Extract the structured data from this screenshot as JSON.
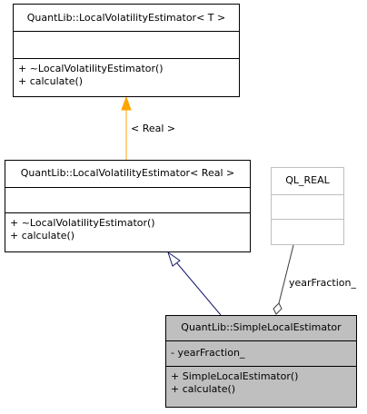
{
  "template_class": {
    "title": "QuantLib::LocalVolatilityEstimator< T >",
    "attributes": [],
    "methods": [
      "+ ~LocalVolatilityEstimator()",
      "+ calculate()"
    ]
  },
  "real_class": {
    "title": "QuantLib::LocalVolatilityEstimator< Real >",
    "attributes": [],
    "methods": [
      "+ ~LocalVolatilityEstimator()",
      "+ calculate()"
    ]
  },
  "ql_real": {
    "title": "QL_REAL"
  },
  "simple_estimator": {
    "title": "QuantLib::SimpleLocalEstimator",
    "attributes": [
      "- yearFraction_"
    ],
    "methods": [
      "+ SimpleLocalEstimator()",
      "+ calculate()"
    ]
  },
  "edges": {
    "template_binding_label": "< Real >",
    "association_label": "yearFraction_"
  },
  "colors": {
    "template_edge": "#FFA500",
    "inheritance_edge": "#191970",
    "association_edge": "#404040",
    "highlight_fill": "#BFBFBF",
    "gray_border": "#BFBFBF"
  }
}
